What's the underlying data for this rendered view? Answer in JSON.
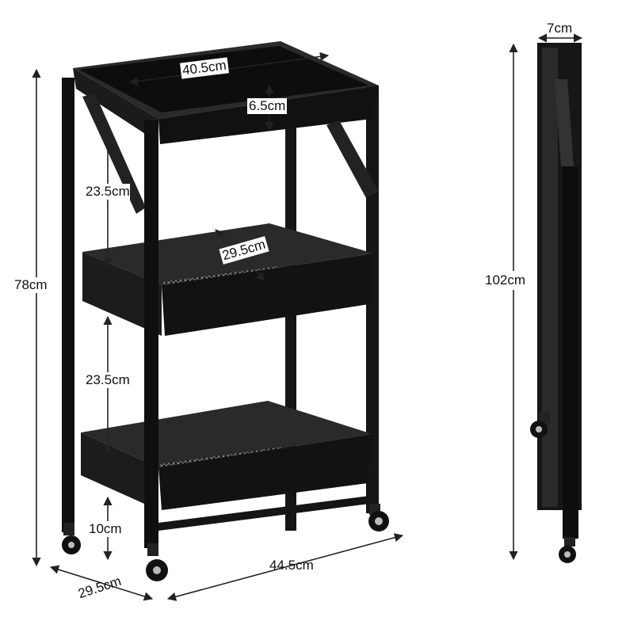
{
  "image": {
    "subject": "three-tier folding utility cart with wheels, black metal",
    "colors": {
      "frame": "#111111",
      "background": "#ffffff",
      "arrow": "#222222"
    }
  },
  "dimensions": {
    "top_width": "40.5cm",
    "top_depth": "6.5cm",
    "tier_gap_upper": "23.5cm",
    "tier_gap_lower": "23.5cm",
    "basket_depth": "29.5cm",
    "total_height": "78cm",
    "wheel_clearance": "10cm",
    "base_depth": "29.5cm",
    "base_width": "44.5cm",
    "folded_thickness": "7cm",
    "folded_height": "102cm"
  }
}
